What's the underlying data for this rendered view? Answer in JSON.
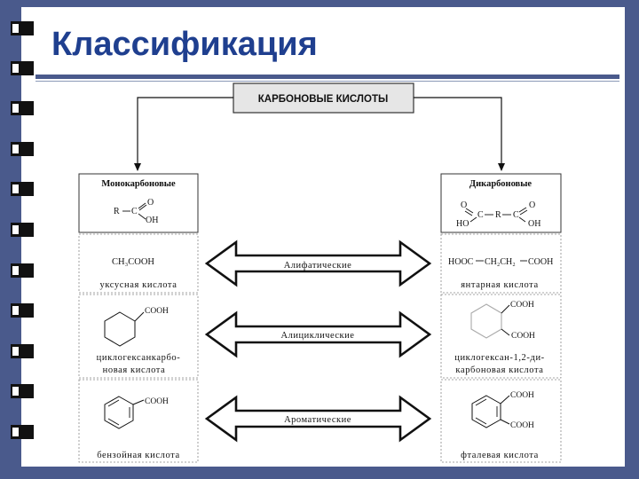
{
  "slide": {
    "title": "Классификация",
    "colors": {
      "frame": "#4a5a8c",
      "title": "#1f3f8f",
      "binding": "#111111",
      "header_fill": "#e6e6e6"
    }
  },
  "diagram": {
    "root": "КАРБОНОВЫЕ КИСЛОТЫ",
    "mono": {
      "title": "Монокарбоновые",
      "general_formula": {
        "r": "R",
        "c": "C",
        "o": "O",
        "oh": "OH"
      },
      "examples": [
        {
          "formula": "CH₃COOH",
          "name_lines": [
            "уксусная кислота"
          ]
        },
        {
          "substituent": "COOH",
          "name_lines": [
            "циклогексанкарбо-",
            "новая кислота"
          ]
        },
        {
          "substituent": "COOH",
          "name_lines": [
            "бензойная кислота"
          ]
        }
      ]
    },
    "di": {
      "title": "Дикарбоновые",
      "general_formula": {
        "r": "R",
        "c1": "C",
        "c2": "C",
        "o1": "O",
        "o2": "O",
        "ho": "HO",
        "oh": "OH"
      },
      "examples": [
        {
          "formula_parts": [
            "HOOC",
            "CH₂CH₂",
            "COOH"
          ],
          "name_lines": [
            "янтарная кислота"
          ]
        },
        {
          "substituents": [
            "COOH",
            "COOH"
          ],
          "name_lines": [
            "циклогексан-1,2-ди-",
            "карбоновая кислота"
          ]
        },
        {
          "substituents": [
            "COOH",
            "COOH"
          ],
          "name_lines": [
            "фталевая кислота"
          ]
        }
      ]
    },
    "arrows": [
      "Алифатические",
      "Алициклические",
      "Ароматические"
    ]
  }
}
